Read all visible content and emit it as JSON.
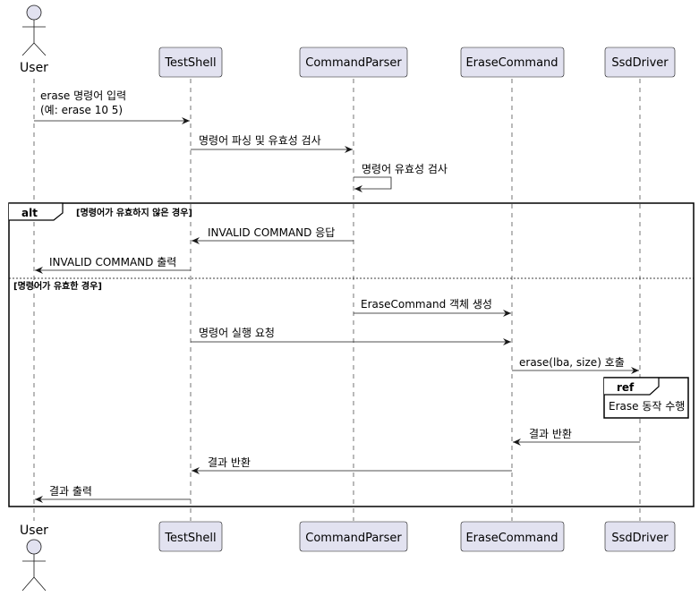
{
  "actor": {
    "name": "User"
  },
  "participants": [
    {
      "id": "testshell",
      "name": "TestShell"
    },
    {
      "id": "parser",
      "name": "CommandParser"
    },
    {
      "id": "erase",
      "name": "EraseCommand"
    },
    {
      "id": "driver",
      "name": "SsdDriver"
    }
  ],
  "messages": {
    "m1_line1": "erase 명령어 입력",
    "m1_line2": "(예: erase 10 5)",
    "m2": "명령어 파싱 및 유효성 검사",
    "m3": "명령어 유효성 검사",
    "m4": "INVALID COMMAND 응답",
    "m5": "INVALID COMMAND 출력",
    "m6": "EraseCommand 객체 생성",
    "m7": "명령어 실행 요청",
    "m8": "erase(lba, size) 호출",
    "m9": "결과 반환",
    "m10": "결과 반환",
    "m11": "결과 출력"
  },
  "alt": {
    "keyword": "alt",
    "guard1": "[명령어가 유효하지 않은 경우]",
    "guard2": "[명령어가 유효한 경우]"
  },
  "ref": {
    "keyword": "ref",
    "text": "Erase 동작 수행"
  },
  "colors": {
    "participant_fill": "#E2E2F0",
    "participant_border": "#181818",
    "lifeline": "#181818"
  }
}
